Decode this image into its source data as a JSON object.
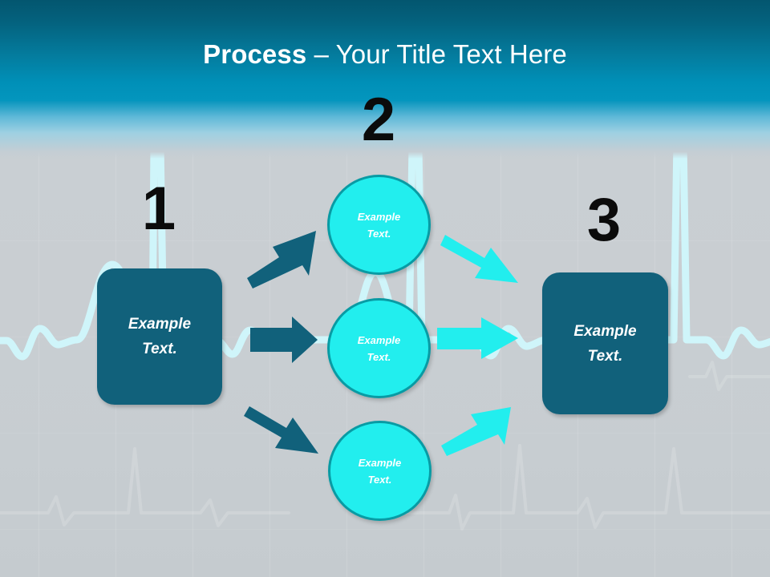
{
  "slide": {
    "title": {
      "bold_part": "Process",
      "regular_part": " – Your Title Text Here",
      "full": "Process – Your Title Text Here"
    },
    "background": {
      "theme": "ecg-heartbeat-waveform",
      "header_top_color": "#03566f",
      "header_bottom_color": "#0496be",
      "body_color": "#c8ced2",
      "waveform_color": "#cff5fa"
    }
  },
  "steps": [
    {
      "number": "1",
      "label": "Example\nText."
    },
    {
      "number": "2",
      "label": "Example\nText."
    },
    {
      "number": "3",
      "label": "Example\nText."
    }
  ],
  "start_box": {
    "label": "Example\nText.",
    "fill_color": "#11617b",
    "text_color": "#ffffff"
  },
  "middle_circles": [
    {
      "label": "Example\nText.",
      "fill_color": "#22eeee",
      "border_color": "#089ba4",
      "text_color": "#ffffff"
    },
    {
      "label": "Example\nText.",
      "fill_color": "#22eeee",
      "border_color": "#089ba4",
      "text_color": "#ffffff"
    },
    {
      "label": "Example\nText.",
      "fill_color": "#22eeee",
      "border_color": "#089ba4",
      "text_color": "#ffffff"
    }
  ],
  "end_box": {
    "label": "Example\nText.",
    "fill_color": "#11617b",
    "text_color": "#ffffff"
  },
  "arrows": {
    "incoming_color": "#11617b",
    "outgoing_color": "#22eeee",
    "incoming": [
      {
        "name": "start-to-circle-1",
        "direction": "up-right"
      },
      {
        "name": "start-to-circle-2",
        "direction": "right"
      },
      {
        "name": "start-to-circle-3",
        "direction": "down-right"
      }
    ],
    "outgoing": [
      {
        "name": "circle-1-to-end",
        "direction": "down-right"
      },
      {
        "name": "circle-2-to-end",
        "direction": "right"
      },
      {
        "name": "circle-3-to-end",
        "direction": "up-right"
      }
    ]
  }
}
